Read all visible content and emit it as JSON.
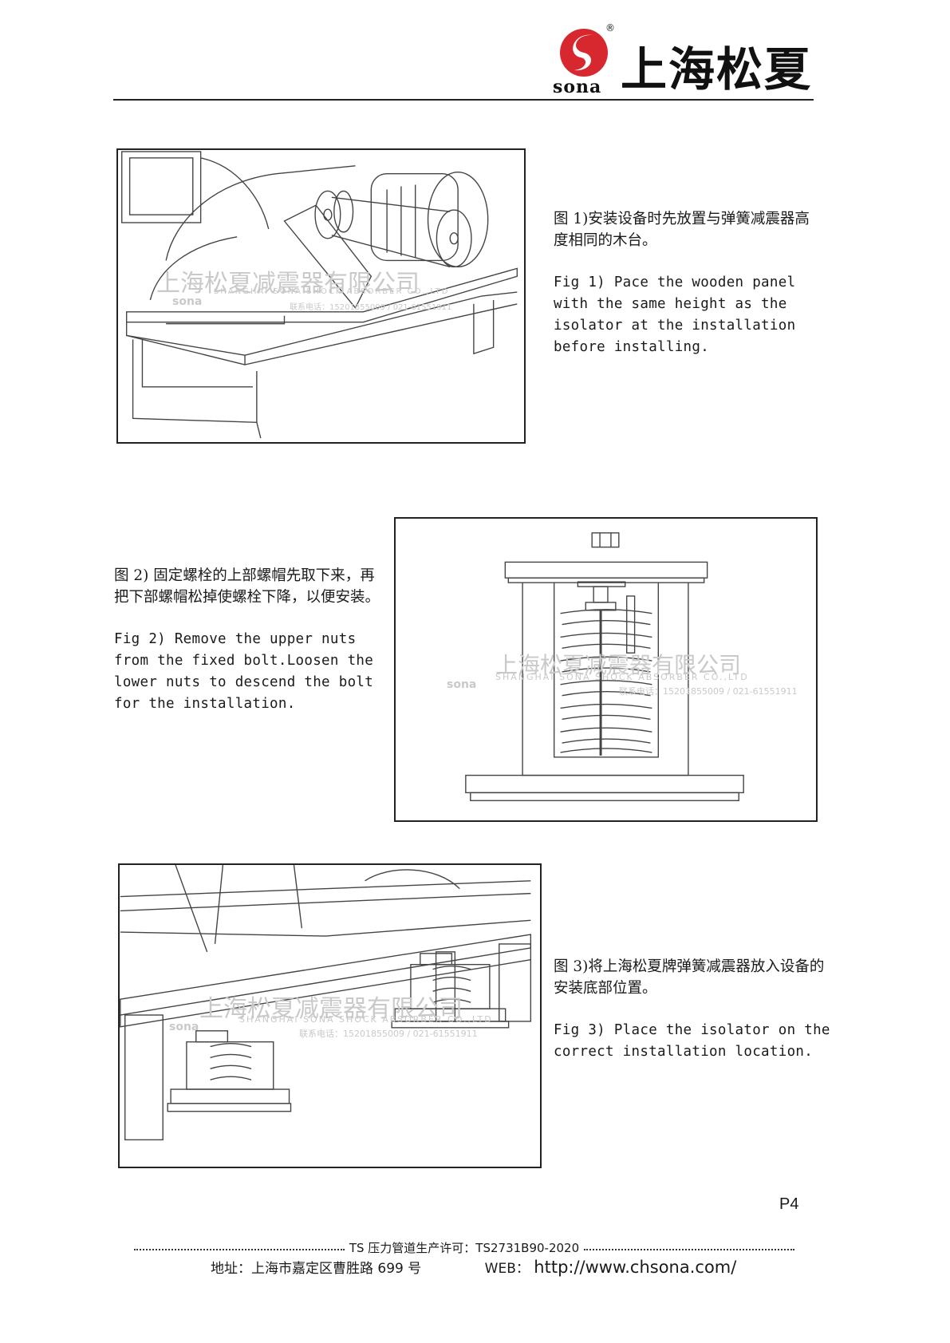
{
  "header": {
    "logo_word": "sona",
    "registered_mark": "®",
    "brand_name": "上海松夏"
  },
  "watermark": {
    "company_cn": "上海松夏减震器有限公司",
    "company_en": "SHANGHAI SONA SHOCK ABSORBER CO.,LTD",
    "phone": "联系电话：15201855009 / 021-61551911",
    "logo_word": "sona"
  },
  "figures": [
    {
      "caption_cn": "图 1)安装设备时先放置与弹簧减震器高度相同的木台。",
      "caption_en": "Fig 1) Pace the wooden panel with the same height as the isolator at the installation before installing."
    },
    {
      "caption_cn": "图 2) 固定螺栓的上部螺帽先取下来，再把下部螺帽松掉使螺栓下降，以便安装。",
      "caption_en": "Fig 2) Remove the upper nuts from the fixed bolt.Loosen the lower nuts to descend the bolt for the installation."
    },
    {
      "caption_cn": "图 3)将上海松夏牌弹簧减震器放入设备的安装底部位置。",
      "caption_en": "Fig 3) Place the isolator on the correct installation location."
    }
  ],
  "page_number": "P4",
  "footer": {
    "license": "TS 压力管道生产许可：TS2731B90-2020",
    "address": "地址：上海市嘉定区曹胜路 699 号",
    "web_label": "WEB：",
    "web_url": "http://www.chsona.com/"
  },
  "colors": {
    "logo_red": "#d7282f",
    "line": "#222222",
    "watermark": "#c9c9c9"
  }
}
